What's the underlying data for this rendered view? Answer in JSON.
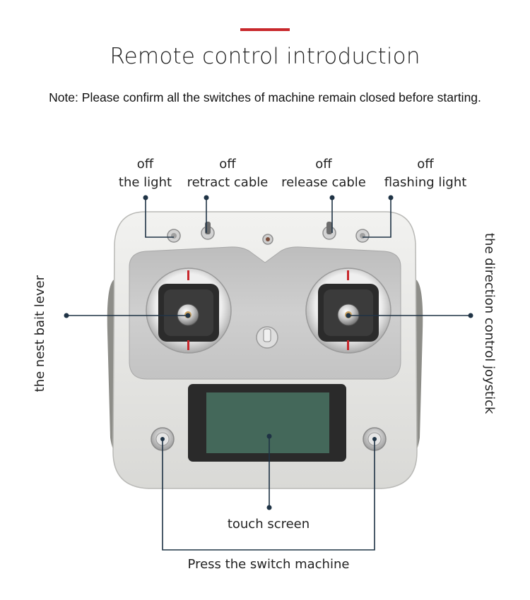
{
  "header": {
    "title": "Remote control introduction",
    "accent_color": "#c8282c"
  },
  "note": "Note: Please confirm all the switches of machine remain closed before starting.",
  "callouts": {
    "switch_light": {
      "state": "off",
      "label": "the light"
    },
    "switch_retract": {
      "state": "off",
      "label": "retract cable"
    },
    "switch_release": {
      "state": "off",
      "label": "release cable"
    },
    "switch_flash": {
      "state": "off",
      "label": "flashing light"
    },
    "left_stick": "the nest bait lever",
    "right_stick": "the direction control joystick",
    "screen": "touch screen",
    "power_buttons": "Press the switch machine"
  },
  "colors": {
    "line": "#1f3345",
    "body": "#e4e4e2",
    "panel": "#c4c4c4",
    "screen": "#44685a",
    "grip": "#8d8d88"
  }
}
